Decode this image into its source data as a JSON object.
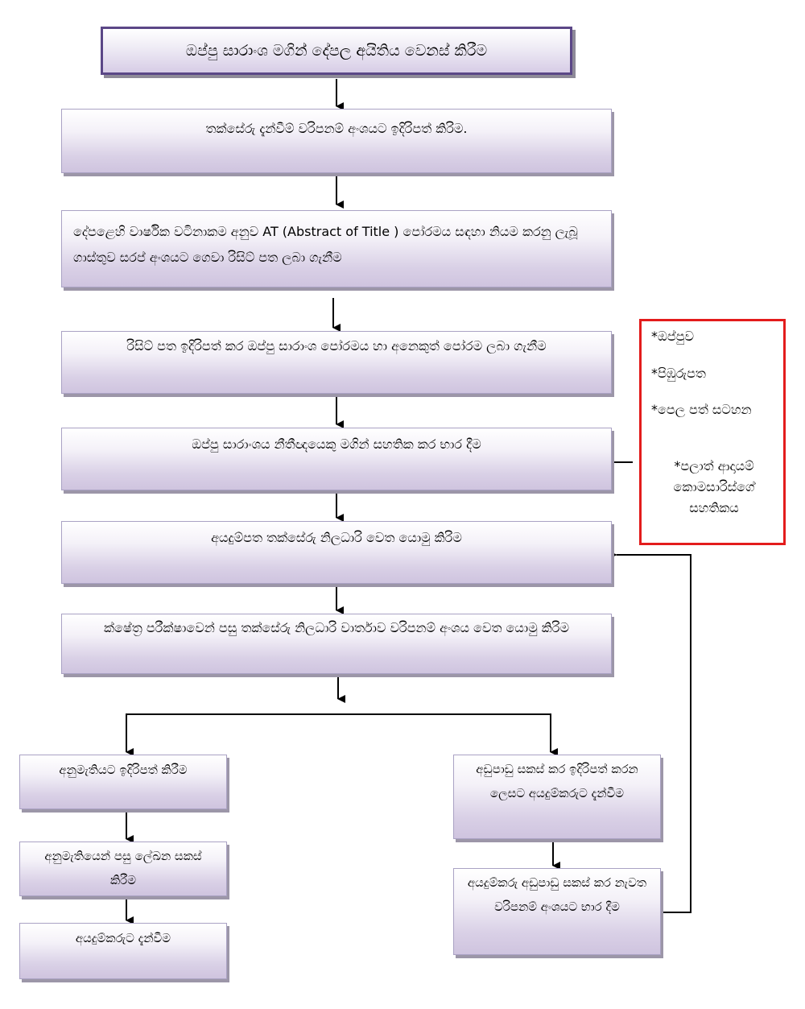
{
  "title": "ඔප්පු සාරාංශ මගින් දේපල අයිතිය වෙනස් කිරීම",
  "steps": [
    "තක්සේරු දැන්වීම් වරිපනම් අංශයට ඉදිරිපත් කිරිම.",
    "දේපළෙහි වාර්ෂික වටිනාකම අනුව AT (Abstract of Title ) පෝරමය සඳහා නියම කරනු ලැබූ ගාස්තුව සරප් අංශයට ගෙවා රිසිට් පත ලබා ගැනීම",
    "රිසිට් පත ඉදිරිපත් කර ඔප්පු සාරාංශ පෝරමය හා අනෙකුත් පෝරම ලබා ගැනීම",
    "ඔප්පු සාරාංශය නීතීඥයෙකු මගින් සහතික කර භාර දීම",
    "අයදුම්පත තක්සේරු නිලධාරි වෙත යොමු කිරිම",
    "ක්ෂේත්‍ර පරීක්ෂාවෙන් පසු තක්සේරු නිලධාරි වාර්තාව වරිපනම් අංශය වෙත යොමු කිරිම"
  ],
  "left_branch": [
    "අනුමැතියට ඉදිරිපත් කිරීම",
    "අනුමැතියෙන් පසු ලේඛන සකස් කිරීම",
    "අයදුම්කරුට දැන්වීම"
  ],
  "right_branch": [
    "අඩුපාඩු සකස් කර ඉදිරිපත් කරන ලෙසට අයදුම්කරුට දැන්වීම",
    "අයදුම්කරු අඩුපාඩු සකස් කර නැවත වරිපනම් අංශයට භාර දීම"
  ],
  "required_documents": [
    "*ඔප්පුව",
    "*පිඹුරුපත",
    "*පෙල පත් සටහන",
    "*පලාත් ආදායම් කොමසාරිස්ගේ සහතිකය"
  ],
  "colors": {
    "box_border": "#aaa2c4",
    "title_border": "#5b4787",
    "note_border": "#e31c1c",
    "connector": "#000000"
  }
}
